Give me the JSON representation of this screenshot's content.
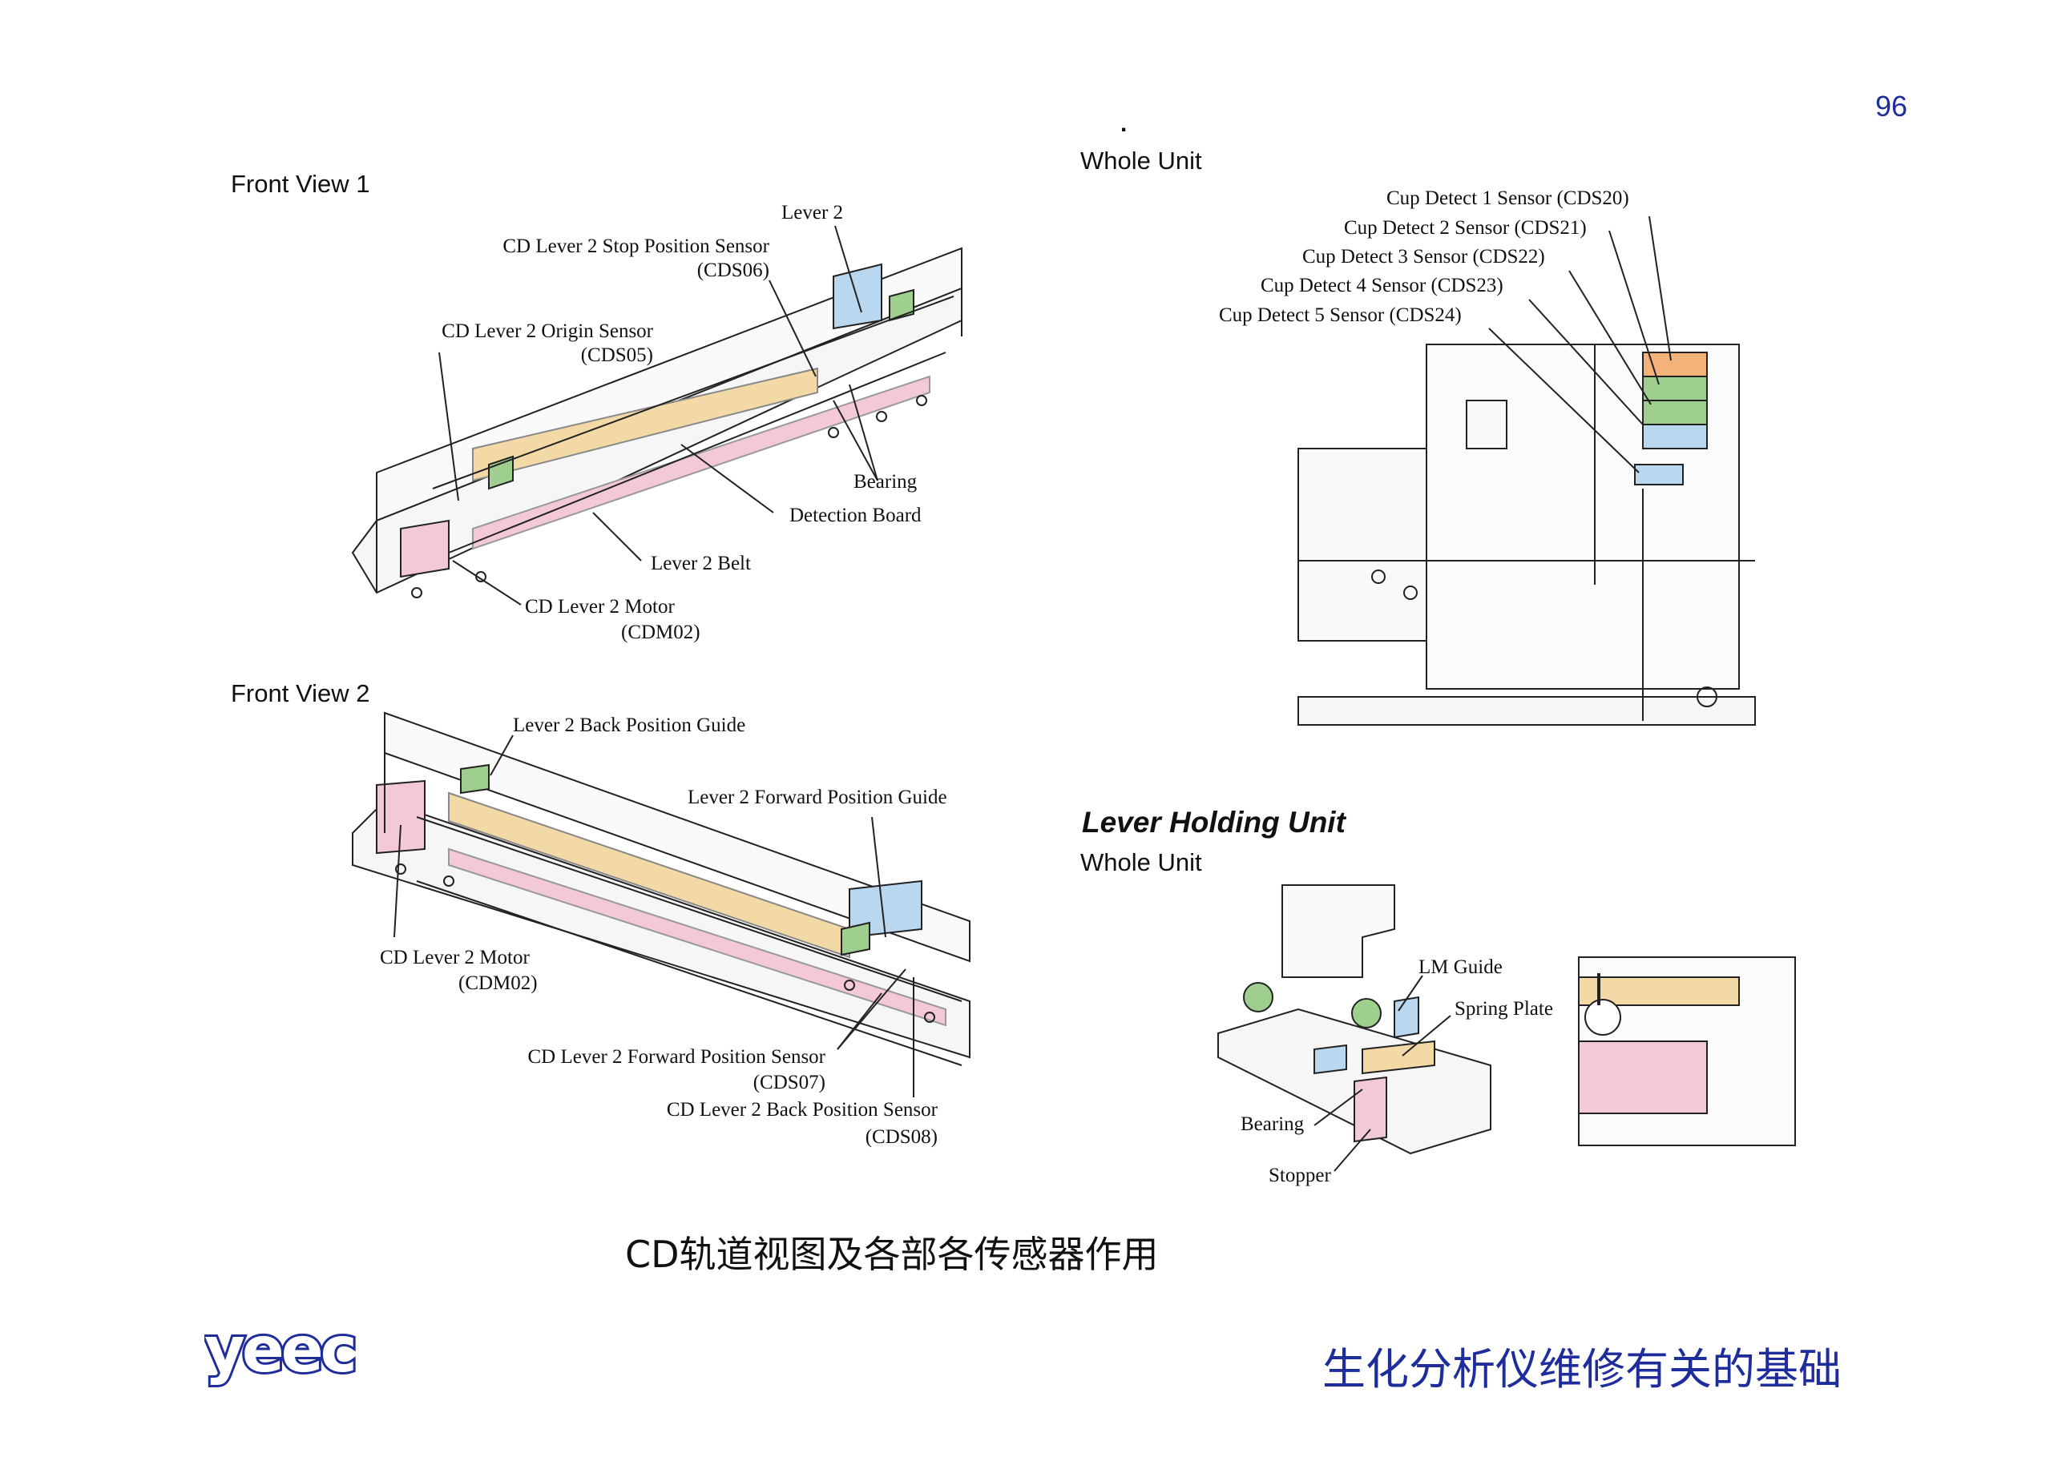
{
  "page_number": "96",
  "left_views": {
    "view1_title": "Front View 1",
    "view1_labels": {
      "lever2": "Lever 2",
      "stop_sensor_l1": "CD Lever 2 Stop Position Sensor",
      "stop_sensor_l2": "(CDS06)",
      "origin_sensor_l1": "CD Lever 2 Origin Sensor",
      "origin_sensor_l2": "(CDS05)",
      "bearing": "Bearing",
      "detection_board": "Detection Board",
      "belt": "Lever 2 Belt",
      "motor_l1": "CD Lever 2 Motor",
      "motor_l2": "(CDM02)"
    },
    "view2_title": "Front View 2",
    "view2_labels": {
      "back_guide": "Lever 2 Back Position Guide",
      "forward_guide": "Lever 2 Forward Position Guide",
      "motor_l1": "CD Lever 2 Motor",
      "motor_l2": "(CDM02)",
      "fwd_sensor_l1": "CD Lever 2 Forward Position Sensor",
      "fwd_sensor_l2": "(CDS07)",
      "back_sensor_l1": "CD Lever 2 Back Position Sensor",
      "back_sensor_l2": "(CDS08)"
    }
  },
  "right_views": {
    "top_dot": ".",
    "whole_unit_1": "Whole Unit",
    "cup_sensors": [
      "Cup Detect 1 Sensor (CDS20)",
      "Cup Detect 2 Sensor (CDS21)",
      "Cup Detect 3 Sensor (CDS22)",
      "Cup Detect 4 Sensor (CDS23)",
      "Cup Detect 5 Sensor (CDS24)"
    ],
    "lever_holding_title": "Lever Holding Unit",
    "whole_unit_2": "Whole Unit",
    "lhu_labels": {
      "lm_guide": "LM Guide",
      "spring_plate": "Spring Plate",
      "bearing": "Bearing",
      "stopper": "Stopper"
    }
  },
  "caption": "CD轨道视图及各部各传感器作用",
  "footer_title": "生化分析仪维修有关的基础",
  "logo_text": "yeec",
  "colors": {
    "blue_text": "#1f2d9c",
    "beige": "#f2d9a6",
    "pink": "#f3c9d9",
    "light_blue": "#b9d7ef",
    "green": "#9fcf8f",
    "orange": "#f2b27a"
  }
}
